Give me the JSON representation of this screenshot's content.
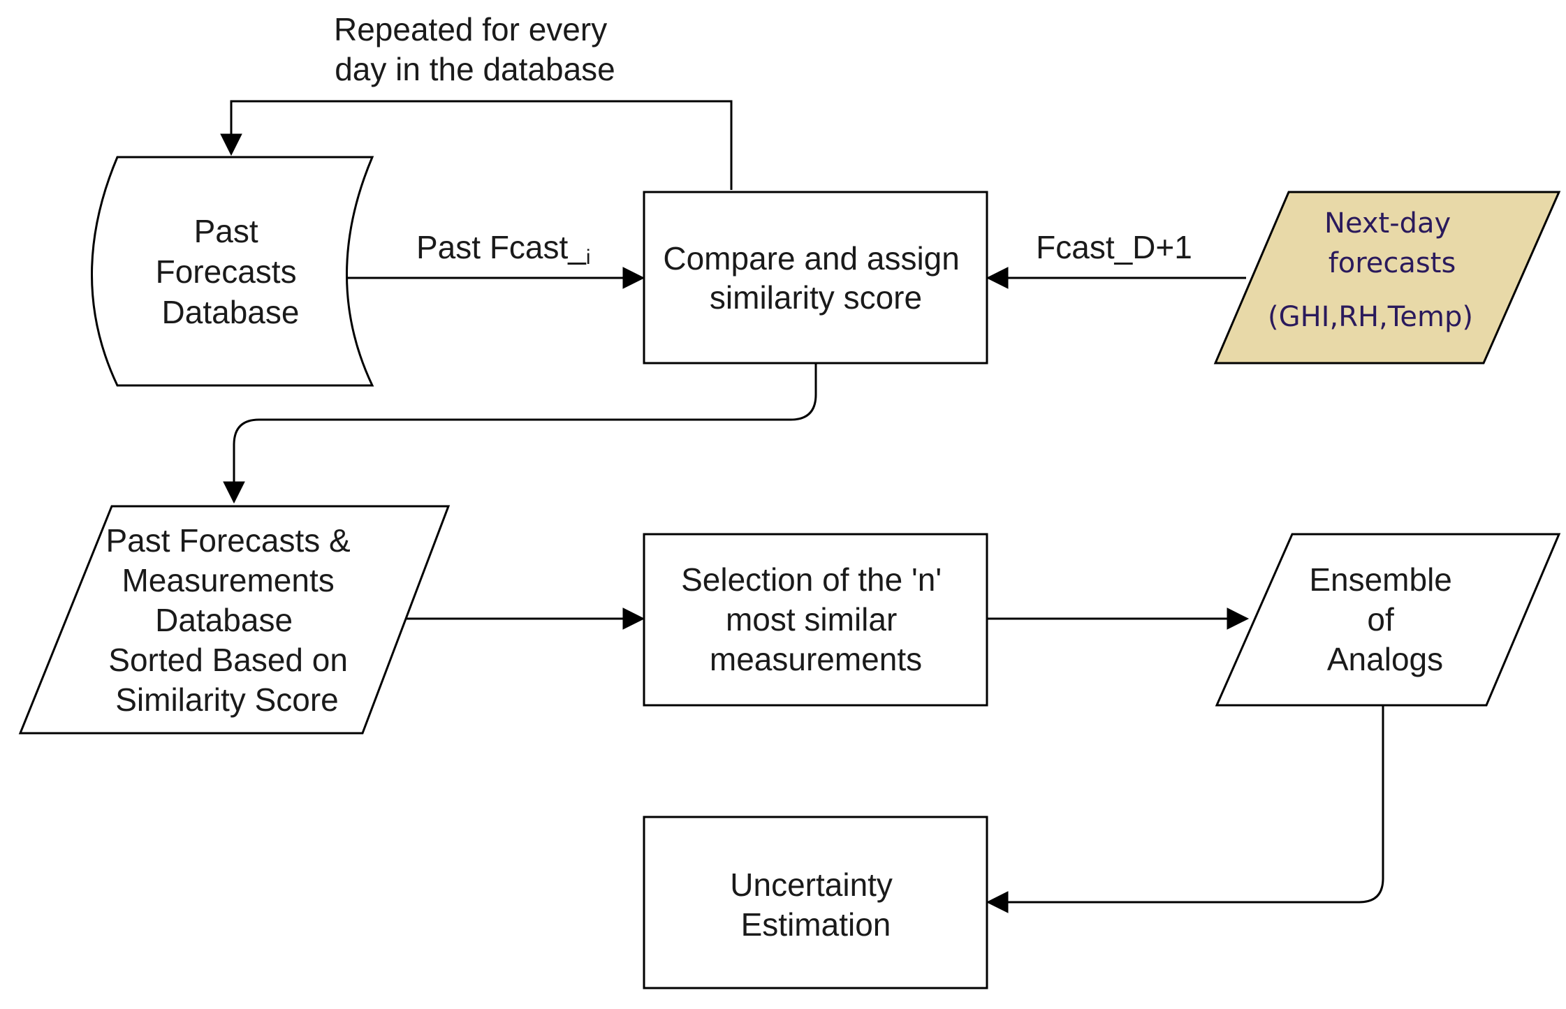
{
  "nodes": {
    "past_forecasts_db": {
      "lines": [
        "Past",
        "Forecasts",
        "Database"
      ]
    },
    "compare_score": {
      "lines": [
        "Compare and assign",
        "similarity score"
      ]
    },
    "next_day_forecasts": {
      "lines": [
        "Next-day",
        "forecasts"
      ],
      "sub": "(GHI,RH,Temp)"
    },
    "sorted_db": {
      "lines": [
        "Past Forecasts &",
        "Measurements",
        "Database",
        "Sorted Based on",
        "Similarity Score"
      ]
    },
    "selection": {
      "lines": [
        "Selection of the 'n'",
        "most similar",
        "measurements"
      ]
    },
    "ensemble": {
      "lines": [
        "Ensemble",
        "of",
        "Analogs"
      ]
    },
    "uncertainty": {
      "lines": [
        "Uncertainty",
        "Estimation"
      ]
    }
  },
  "edges": {
    "loop_label": {
      "lines": [
        "Repeated for every",
        "day in the database"
      ]
    },
    "past_fcast_label": {
      "main": "Past Fcast_",
      "sub": "i"
    },
    "fcast_d1_label": "Fcast_D+1"
  },
  "colors": {
    "highlight_fill": "#e8d9a8",
    "highlight_text": "#2a1a5c",
    "stroke": "#000000"
  }
}
